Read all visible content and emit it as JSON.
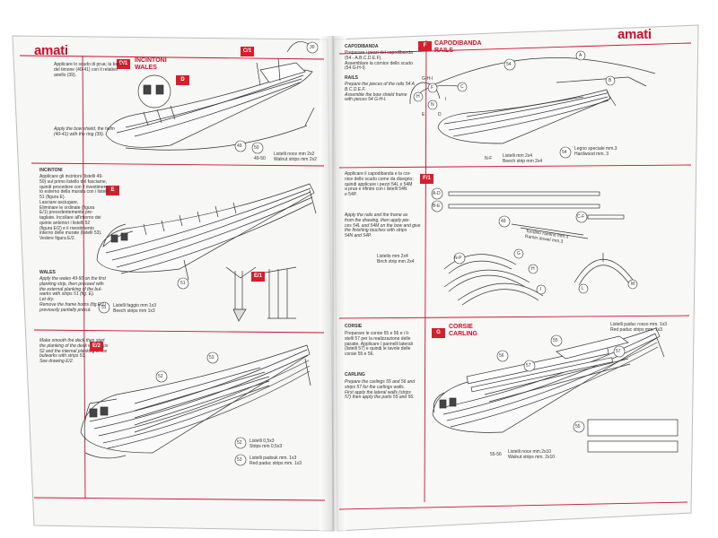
{
  "brand": {
    "logo_left": "amati",
    "logo_right": "amati",
    "accent_color": "#c8102e"
  },
  "left_page": {
    "step_d1": {
      "tag": "D/1",
      "heading_it": "INCINTONI",
      "heading_en": "WALES",
      "text_it": [
        "Applicare lo scudo di prua; la barra",
        "del timone (40-41) con il relativo",
        "anello (39)."
      ],
      "text_en": [
        "Apply the bow shield, the helm",
        "(40-41) with the ring (39)."
      ],
      "callouts": [
        "D",
        "39",
        "49",
        "50"
      ],
      "strip_label": "49-50",
      "strip_it": "Listelli noce mm 2x2",
      "strip_en": "Walnut strips mm 2x2",
      "corner_tag": "C/1"
    },
    "step_e": {
      "tag": "E",
      "heading": "INCINTONI",
      "text_it": [
        "Applicare gli incintoni (listelli 49-",
        "50) sul primo listello del fasciame,",
        "quindi procedere con il rivestimen-",
        "to esterno della murata con i listelli",
        "51 (figura E).",
        "Lasciare asciugare.",
        "Eliminare le ordinate (figura",
        "E/1) precedentemente pre-",
        "tagliate. Incollare all'interno dei",
        "quinte anteriori i listelli 52",
        "(figura E/2) e il rivestimento",
        "interno delle murate (listelli 53).",
        "Vedere figura E/2."
      ],
      "callouts": [
        "51",
        "51"
      ],
      "strip_it": "Listelli faggio mm 1x3",
      "strip_en": "Beech strips mm 1x3",
      "detail_tag": "E/1"
    },
    "wales": {
      "heading": "WALES",
      "text": [
        "Apply the wales 49-50 on the first",
        "planking strip, then proceed with",
        "the external planking of the bul-",
        "warks with strips 51 (fig. E).",
        "Let dry.",
        "Remove the frame horns (fig.E/1)",
        "previously partially precut."
      ],
      "text2": [
        "Make smooth the deck then start",
        "the planking of the deck with strips",
        "52 and the internal planking of the",
        "bulwarks with strips 53.",
        "See drawing E/2."
      ]
    },
    "step_e2": {
      "tag": "E/2",
      "callouts": [
        "52",
        "53",
        "52",
        "53"
      ],
      "strip52_it": "Listelli 0,5x3",
      "strip52_en": "Strips mm 0,5x3",
      "strip53_it": "Listelli padouk mm. 1x3",
      "strip53_en": "Red paduc strips mm. 1x3"
    }
  },
  "right_page": {
    "step_f": {
      "heading_it": "CAPODIBANDA",
      "text_it": [
        "Preparare i pezzi del capodibanda",
        "(54 - A.B.C.D.E.F).",
        "Assemblare la cornice dello scudo",
        "(54 G-H-I)."
      ],
      "tag": "F",
      "title_it": "CAPODIBANDA",
      "title_en": "RAILS",
      "rails_heading": "RAILS",
      "text_en": [
        "Prepare the pieces of the rails 54 A",
        "B.C.D.E.F.",
        "Assemble the bow shield frame",
        "with pieces 54 G-H-I."
      ],
      "callouts": [
        "54",
        "A",
        "B",
        "C",
        "G-H-I",
        "F",
        "H",
        "N",
        "E",
        "D",
        "I"
      ],
      "strip_label": "N-F",
      "strip_it": "Listelli mm 2x4",
      "strip_en": "Beech strip mm 2x4",
      "wood_label": "54",
      "wood_it": "Legno speciale mm.3",
      "wood_en": "Hardwood mm. 3"
    },
    "step_f1": {
      "tag": "F/1",
      "text_it": [
        "Applicare il capodibanda e la cor-",
        "nice dello scudo come da disegno;",
        "quindi applicare i pezzi 54L e 54M",
        "a prua e rifinire con i listelli 54N",
        "e 54P."
      ],
      "text_en": [
        "Apply the rails and the frame as",
        "from the drawing, then apply pie-",
        "ces 54L and 54M on the bow and give",
        "the finishing touches with strips",
        "54N and 54P."
      ],
      "callouts": [
        "A-D",
        "B-E",
        "49",
        "C-F",
        "G",
        "H",
        "I",
        "L",
        "M"
      ],
      "note_it": "Tondino ramino mm.3",
      "note_en": "Ramin dowel mm.3",
      "strip_label": "N-P",
      "strip_it": "Listello mm 2x4",
      "strip_en": "Birch strip mm 2x4"
    },
    "step_g": {
      "heading_it": "CORSIE",
      "text_it": [
        "Preparare le corsie 55 e 56 e i li-",
        "stelli 57 per la realizzazione delle",
        "paratie. Applicare i pannelli laterali",
        "(listelli 57) e quindi le tavole delle",
        "corsie 55 e 56."
      ],
      "tag": "G",
      "title_it": "CORSIE",
      "title_en": "CARLING",
      "heading_en": "CARLING",
      "text_en": [
        "Prepare the carlings 55 and 56 and",
        "strips 57 for the carlings walls.",
        "First apply the lateral walls (strips",
        "57) then apply the parts 55 and 56."
      ],
      "callouts": [
        "55",
        "56",
        "57",
        "57",
        "55"
      ],
      "strip57_it": "Listelli paduc rosso mm. 1x3",
      "strip57_en": "Red paduc strips mm. 1x3",
      "strip_label": "55-56",
      "strip_it": "Listelli noce mm.2x10",
      "strip_en": "Walnut strips mm. 2x10"
    }
  }
}
